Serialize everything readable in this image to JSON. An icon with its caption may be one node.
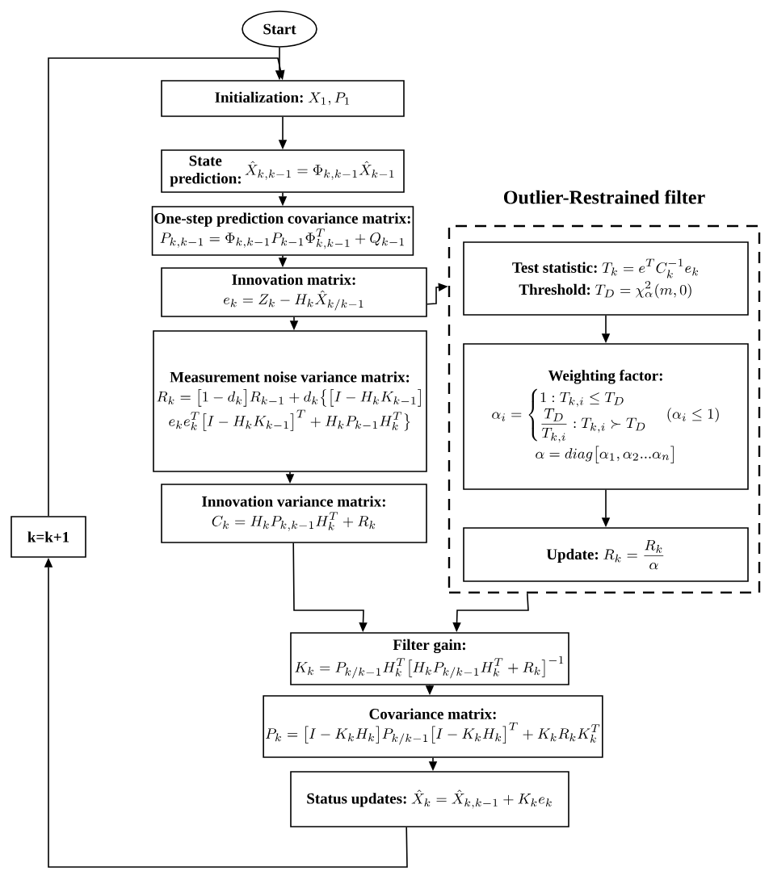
{
  "diagram": {
    "nodes": [
      {
        "text": [
          "Start"
        ]
      },
      {
        "text": [
          "Initialization:",
          "X_1, P_1"
        ]
      },
      {
        "text": [
          "State prediction:",
          "\\hat{X}_{k,k-1} = \\Phi_{k,k-1}\\hat{X}_{k-1}"
        ]
      },
      {
        "text": [
          "One-step prediction covariance matrix:",
          "P_{k,k-1} = \\Phi_{k,k-1}P_{k-1}\\Phi_{k,k-1}^{T} + Q_{k-1}"
        ]
      },
      {
        "text": [
          "Innovation matrix:",
          "e_k = Z_k - H_k\\hat{X}_{k/k-1}"
        ]
      },
      {
        "text": [
          "Measurement noise variance matrix:",
          "R_k = \\bigl[1-d_k\\bigr]R_{k-1} + d_k\\bigl\\{\\bigl[I-H_kK_{k-1}\\bigr]",
          "e_ke_k^T\\bigl[I-H_kK_{k-1}\\bigr]^T + H_kP_{k-1}H_k^T\\bigr\\}"
        ]
      },
      {
        "text": [
          "Innovation variance matrix:",
          "C_k = H_kP_{k,k-1}H_k^T + R_k"
        ]
      },
      {
        "text": [
          "k=k+1"
        ]
      },
      {
        "text": [
          "Outlier-Restrained filter"
        ]
      },
      {
        "text": [
          "Test statistic:",
          "T_k = e^T C_k^{-1} e_k",
          "Threshold:",
          "T_D = \\chi_\\alpha^2(m,0)"
        ],
        "in": 8
      },
      {
        "text": [
          "Weighting factor:",
          "\\alpha_i = \\begin{cases} 1: T_{k,i} \\le T_D \\\\ \\dfrac{T_D}{T_{k,i}}: T_{k,i} \\succ T_D \\end{cases} (\\alpha_i \\le 1)",
          "\\alpha = diag\\bigl[\\alpha_1,\\alpha_2...\\alpha_n\\bigr]"
        ],
        "in": 8
      },
      {
        "text": [
          "Update:",
          "R_k = \\dfrac{R_k}{\\alpha}"
        ],
        "in": 8
      },
      {
        "text": [
          "Filter gain:",
          "K_k = P_{k/k-1}H_k^T\\bigl[H_kP_{k/k-1}H_k^T + R_k\\bigr]^{-1}"
        ]
      },
      {
        "text": [
          "Covariance matrix:",
          "P_k = \\bigl[I-K_kH_k\\bigr]P_{k/k-1}\\bigl[I-K_kH_k\\bigr]^T + K_kR_kK_k^T"
        ]
      },
      {
        "text": [
          "Status updates:",
          "\\hat{X}_k = \\hat{X}_{k,k-1} + K_ke_k"
        ]
      }
    ],
    "edges": [
      {
        "from": 0,
        "to": 1,
        "arrow": "to"
      },
      {
        "from": 1,
        "to": 2,
        "arrow": "to"
      },
      {
        "from": 2,
        "to": 3,
        "arrow": "to"
      },
      {
        "from": 3,
        "to": 4,
        "arrow": "to"
      },
      {
        "from": 4,
        "to": 5,
        "arrow": "to"
      },
      {
        "from": 5,
        "to": 6,
        "arrow": "to"
      },
      {
        "from": 6,
        "to": 12,
        "arrow": "to"
      },
      {
        "from": 8,
        "to": 12,
        "arrow": "to"
      },
      {
        "from": 4,
        "to": 8,
        "arrow": "to"
      },
      {
        "from": 9,
        "to": 10,
        "arrow": "to"
      },
      {
        "from": 10,
        "to": 11,
        "arrow": "to"
      },
      {
        "from": 12,
        "to": 13,
        "arrow": "to"
      },
      {
        "from": 13,
        "to": 14,
        "arrow": "to"
      },
      {
        "from": 14,
        "to": 7,
        "arrow": "to"
      },
      {
        "from": 7,
        "to": 1,
        "arrow": "to"
      }
    ]
  }
}
